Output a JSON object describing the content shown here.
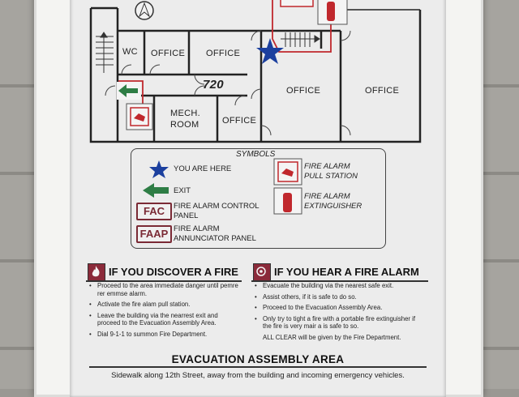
{
  "plan": {
    "rooms": [
      "WC",
      "OFFICE",
      "OFFICE",
      "720",
      "MECH.",
      "ROOM",
      "OFFICE",
      "OFFICE",
      "OFFICE"
    ]
  },
  "legend": {
    "title": "SYMBOLS",
    "you_are_here": "YOU ARE HERE",
    "exit": "EXIT",
    "fac_badge": "FAC",
    "fac_line1": "FIRE ALARM CONTROL",
    "fac_line2": "PANEL",
    "faap_badge": "FAAP",
    "faap_line1": "FIRE ALARM",
    "faap_line2": "ANNUNCIATOR PANEL",
    "pull_line1": "FIRE ALARM",
    "pull_line2": "PULL STATION",
    "ext_line1": "FIRE ALARM",
    "ext_line2": "EXTINGUISHER"
  },
  "discover": {
    "heading": "IF YOU DISCOVER A FIRE",
    "items": [
      "Proceed to the area immediate danger until pemre rer emmse alarm.",
      "Activate the fire alam pull station.",
      "Leave the building via the nearrest exit and proceed to the Evacuation Assembly Area.",
      "Dial 9-1-1 to summon Fire Department."
    ]
  },
  "hear": {
    "heading": "IF YOU HEAR A FIRE ALARM",
    "items": [
      "Evacuate the building via the nearest safe exit.",
      "Assist others, if it is safe to do so.",
      "Proceed to the Evacuation Assembly Area.",
      "Only try to tight a fire with a portable fire extinguisher if the fire is very mair a is safe to so."
    ],
    "all_clear": "ALL CLEAR will be given by the Fire Department."
  },
  "assembly": {
    "title": "EVACUATION ASSEMBLY AREA",
    "detail": "Sidewalk along 12th Street, away from the building and incoming emergency vehicles."
  },
  "colors": {
    "wall_line": "#222222",
    "star": "#1b3f9e",
    "exit_arrow": "#2e7d45",
    "alarm_red": "#c0282d",
    "badge": "#7a2a35"
  }
}
